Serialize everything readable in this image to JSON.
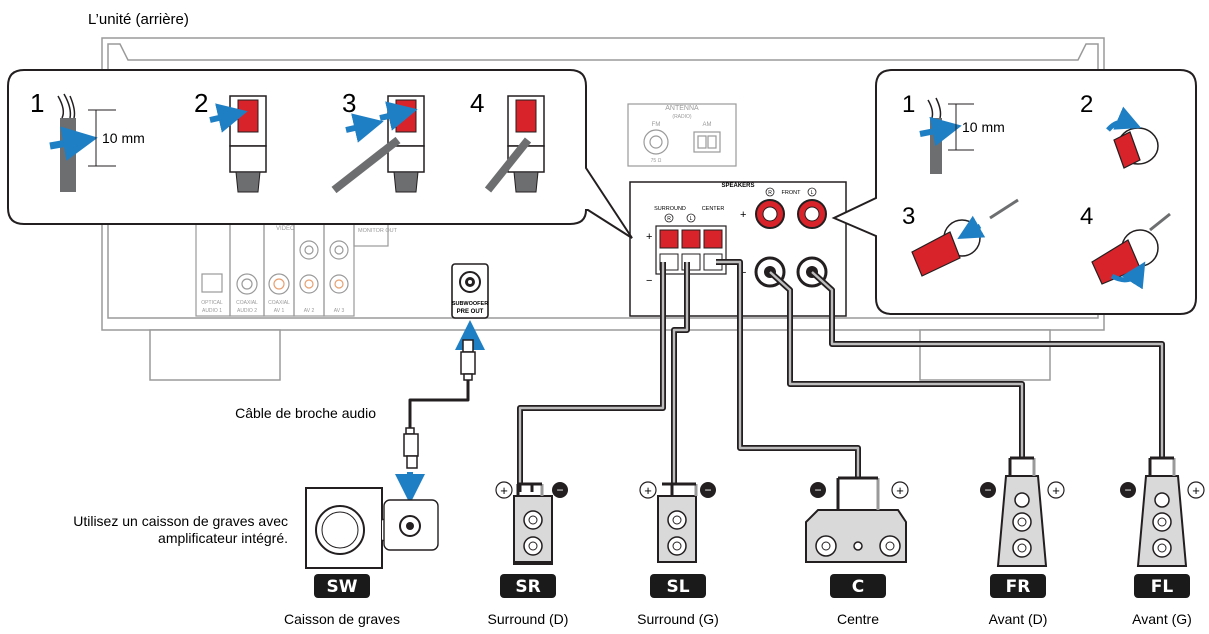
{
  "header": {
    "title": "L’unité (arrière)"
  },
  "strip_panel": {
    "steps": [
      "1",
      "2",
      "3",
      "4"
    ],
    "length": "10 mm"
  },
  "binding_panel": {
    "steps": [
      "1",
      "2",
      "3",
      "4"
    ],
    "length": "10 mm"
  },
  "unit_labels": {
    "antenna": "ANTENNA",
    "radio": "(RADIO)",
    "fm": "FM",
    "am": "AM",
    "ohm": "75 Ω",
    "video": "VIDEO",
    "monitor_out": "MONITOR OUT",
    "optical": "OPTICAL",
    "coaxial1": "COAXIAL",
    "coaxial2": "COAXIAL",
    "in_av1": "AV 1",
    "in_av2": "AV 2",
    "in_av3": "AV 3",
    "in_audio1": "AUDIO 1",
    "in_audio2": "AUDIO 2",
    "subwoofer": "SUBWOOFER",
    "pre_out": "PRE OUT"
  },
  "speaker_terminals": {
    "title": "SPEAKERS",
    "surround": "SURROUND",
    "center": "CENTER",
    "front": "FRONT",
    "right_mark": "R",
    "left_mark": "L",
    "plus": "+",
    "minus": "−"
  },
  "cable_label": "Câble de broche audio",
  "subwoofer_note": [
    "Utilisez un caisson de graves avec",
    "amplificateur intégré."
  ],
  "speakers": [
    {
      "id": "SW",
      "badge": "SW",
      "caption": "Caisson de graves"
    },
    {
      "id": "SR",
      "badge": "SR",
      "caption": "Surround (D)"
    },
    {
      "id": "SL",
      "badge": "SL",
      "caption": "Surround (G)"
    },
    {
      "id": "C",
      "badge": "C",
      "caption": "Centre"
    },
    {
      "id": "FR",
      "badge": "FR",
      "caption": "Avant (D)"
    },
    {
      "id": "FL",
      "badge": "FL",
      "caption": "Avant (G)"
    }
  ],
  "polarity": {
    "plus": "+",
    "minus": "−"
  },
  "colors": {
    "badge": "#1a1a1a",
    "accent_blue": "#1f7fc4",
    "terminal_red": "#d8232a",
    "outline": "#231f20",
    "unit_outline": "#9a9a9a"
  }
}
